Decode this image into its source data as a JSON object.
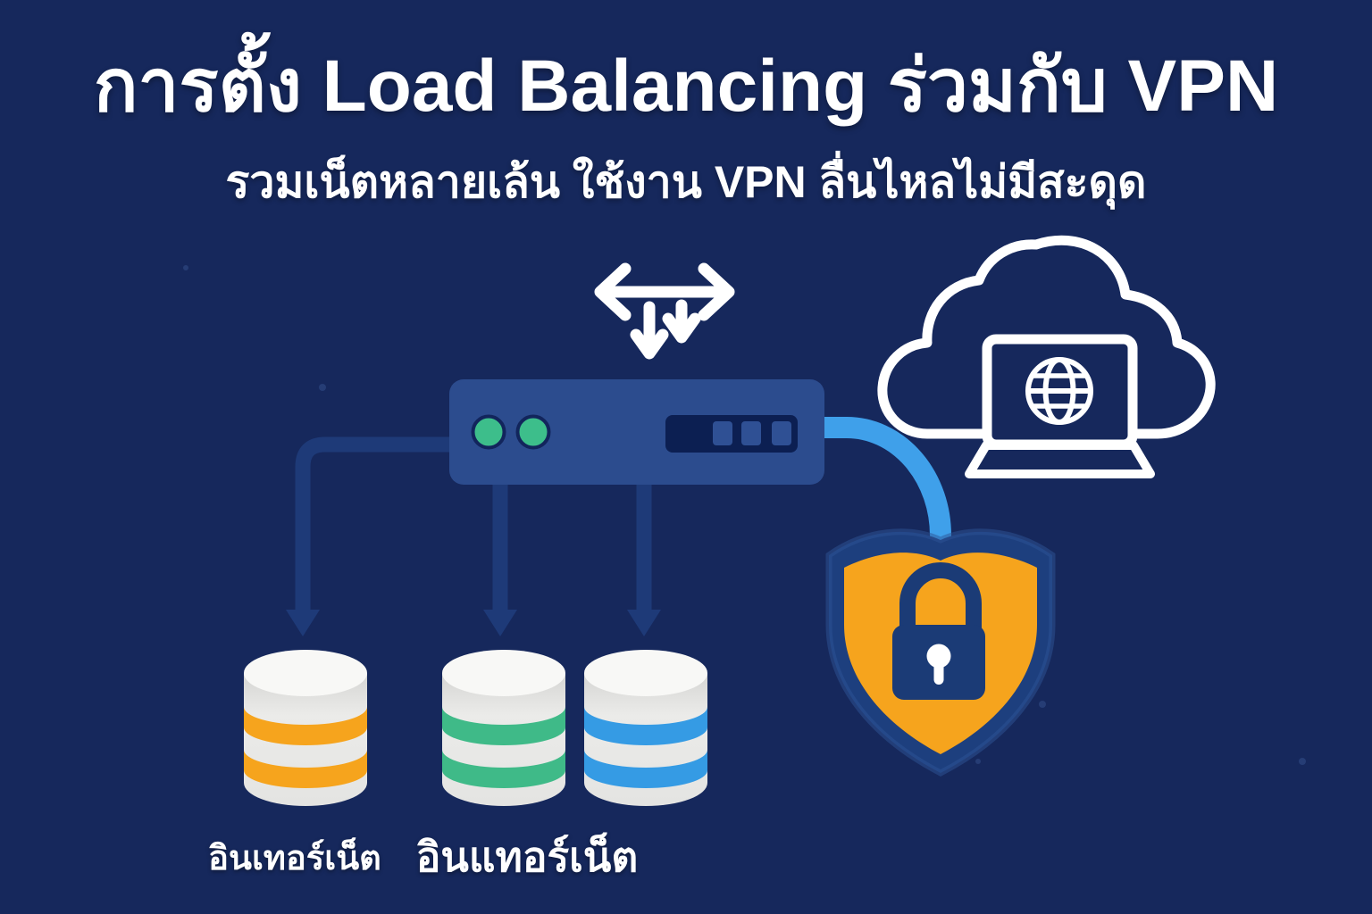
{
  "header": {
    "title": "การตั้ง Load Balancing ร่วมกับ VPN",
    "subtitle": "รวมเน็ตหลายเล้น ใช้งาน VPN ลื่นไหลไม่มีสะดุด"
  },
  "cylinder_labels": [
    {
      "text": "อินเทอร์เน็ต"
    },
    {
      "text": "อินแทอร์เน็ต"
    }
  ],
  "icons": {
    "load_balance": "load-balance-arrows-icon",
    "cloud": "cloud-laptop-globe-icon",
    "shield": "shield-lock-icon",
    "cylinders": "internet-line-cylinders"
  },
  "colors": {
    "background": "#16285C",
    "white": "#FFFFFF",
    "router_body": "#2C4C8E",
    "router_panel": "#0C1F52",
    "router_button": "#2F5094",
    "led_green": "#3DBE8B",
    "arrow_blue": "#1E3A78",
    "cable_blue": "#3FA0EA",
    "shield_border": "#1D3F7E",
    "shield_orange": "#F6A41D",
    "lock_blue": "#1B3B76",
    "stripe_orange": "#F6A41D",
    "stripe_green": "#3FBA88",
    "stripe_blue": "#359BE4",
    "cylinder_top": "#F8F8F6"
  }
}
